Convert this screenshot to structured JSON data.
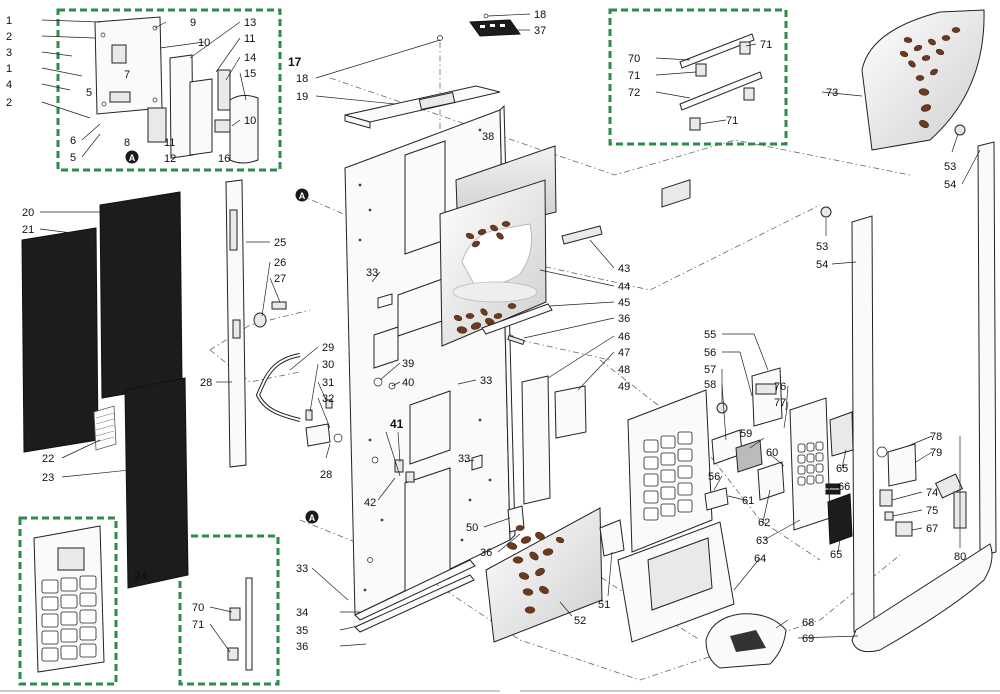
{
  "callouts": {
    "n1": "1",
    "n2": "2",
    "n3": "3",
    "n4": "4",
    "n5": "5",
    "n6": "6",
    "n7": "7",
    "n8": "8",
    "n9": "9",
    "n10": "10",
    "n11": "11",
    "n12": "12",
    "n13": "13",
    "n14": "14",
    "n15": "15",
    "n16": "16",
    "n17": "17",
    "n18": "18",
    "n19": "19",
    "n20": "20",
    "n21": "21",
    "n22": "22",
    "n23": "23",
    "n24": "24",
    "n25": "25",
    "n26": "26",
    "n27": "27",
    "n28": "28",
    "n29": "29",
    "n30": "30",
    "n31": "31",
    "n32": "32",
    "n33": "33",
    "n34": "34",
    "n35": "35",
    "n36": "36",
    "n37": "37",
    "n38": "38",
    "n39": "39",
    "n40": "40",
    "n41": "41",
    "n42": "42",
    "n43": "43",
    "n44": "44",
    "n45": "45",
    "n46": "46",
    "n47": "47",
    "n48": "48",
    "n49": "49",
    "n50": "50",
    "n51": "51",
    "n52": "52",
    "n53": "53",
    "n54": "54",
    "n55": "55",
    "n56": "56",
    "n57": "57",
    "n58": "58",
    "n59": "59",
    "n60": "60",
    "n61": "61",
    "n62": "62",
    "n63": "63",
    "n64": "64",
    "n65": "65",
    "n66": "66",
    "n67": "67",
    "n68": "68",
    "n69": "69",
    "n70": "70",
    "n71": "71",
    "n72": "72",
    "n73": "73",
    "n74": "74",
    "n75": "75",
    "n76": "76",
    "n77": "77",
    "n78": "78",
    "n79": "79",
    "n80": "80"
  },
  "markers": {
    "a": "A"
  },
  "colors": {
    "box": "#2e8b4e",
    "marker": "#1a1a1a",
    "coffee": "#6b3a1f"
  }
}
